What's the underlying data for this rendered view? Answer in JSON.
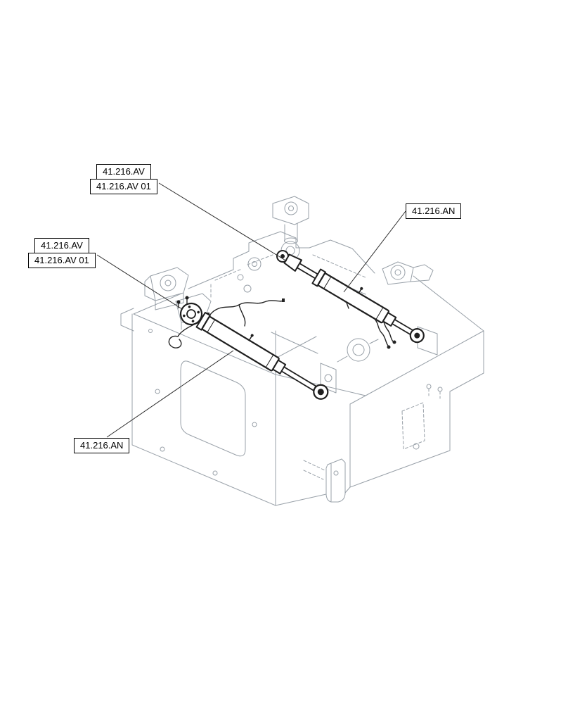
{
  "page": {
    "background": "#ffffff"
  },
  "colors": {
    "frame_line": "#98a0a8",
    "highlight_part_line": "#1f1f1f",
    "leader_line": "#2b2b2b",
    "callout_border": "#000000",
    "callout_background": "#ffffff",
    "callout_text": "#000000"
  },
  "callouts": {
    "upper_left": {
      "lines": [
        "41.216.AV",
        "41.216.AV 01"
      ]
    },
    "mid_left": {
      "lines": [
        "41.216.AV",
        "41.216.AV 01"
      ]
    },
    "right": {
      "lines": [
        "41.216.AN"
      ]
    },
    "bottom_left": {
      "lines": [
        "41.216.AN"
      ]
    }
  }
}
